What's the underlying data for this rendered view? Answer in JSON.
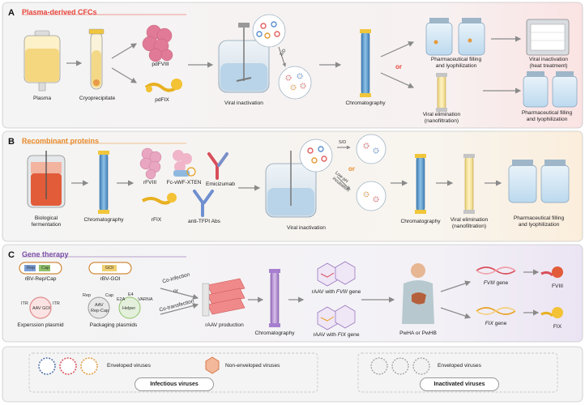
{
  "panel_a": {
    "letter": "A",
    "title": "Plasma-derived CFCs",
    "title_color": "#e8453c",
    "labels": {
      "plasma": "Plasma",
      "cryo": "Cryoprecipitate",
      "pdfviii": "pdFVIII",
      "pdfix": "pdFIX",
      "viral_inactivation": "Viral inactivation",
      "sd": "S/D",
      "chromatography": "Chromatography",
      "pharm_fill_1": "Pharmaceutical filling",
      "pharm_fill_2": "and lyophilization",
      "vi_heat_1": "Viral inactivation",
      "vi_heat_2": "(heat treatment)",
      "ve_1": "Viral elimination",
      "ve_2": "(nanofiltration)",
      "pharm_fill2_1": "Pharmaceutical filling",
      "pharm_fill2_2": "and lyophilization",
      "or": "or"
    }
  },
  "panel_b": {
    "letter": "B",
    "title": "Recombinant proteins",
    "title_color": "#e88a2c",
    "labels": {
      "bio_1": "Biological",
      "bio_2": "fermentation",
      "chromatography": "Chromatography",
      "rfviii": "rFVIII",
      "fc": "Fc-vWF-XTEN",
      "emicizumab": "Emicizumab",
      "rfix": "rFIX",
      "anti_tfpi": "anti-TFPI Abs",
      "viral_inactivation": "Viral inactivation",
      "sd": "S/D",
      "or": "or",
      "low_ph_1": "Low pH",
      "low_ph_2": "incubation",
      "chromatography2": "Chromatography",
      "ve_1": "Viral elimination",
      "ve_2": "(nanofiltration)",
      "pf_1": "Pharmaceutical filling",
      "pf_2": "and lyophilization"
    }
  },
  "panel_c": {
    "letter": "C",
    "title": "Gene therapy",
    "title_color": "#7b4fa6",
    "labels": {
      "rbv_rep": "rBV-Rep/Cap",
      "rbv_goi": "rBV-GOI",
      "rep": "Rep",
      "cap": "Cap",
      "goi": "GOI",
      "itr_l": "ITR",
      "itr_r": "ITR",
      "aav_goi": "AAV GOI",
      "expression": "Experssion plasmid",
      "packaging": "Packaging plasmids",
      "rep2": "Rep",
      "cap2": "Cap",
      "aav_repcap_1": "AAV",
      "aav_repcap_2": "Rep-Cap",
      "e2a": "E2A",
      "e4": "E4",
      "varna": "VARNA",
      "helper": "Helper",
      "coinfection": "Co-infection",
      "or": "or",
      "cotransfection": "Co-transfection",
      "raav_production": "rAAV production",
      "chromatography": "Chromatography",
      "raav_fviii_pre": "rAAV with ",
      "raav_fviii_gene": "FVIII",
      "raav_fviii_post": " gene",
      "raav_fix_pre": "rAAV with ",
      "raav_fix_gene": "FIX",
      "raav_fix_post": " gene",
      "pwha": "PwHA or PwHB",
      "fviii_gene": "FVIII",
      "gene_word": " gene",
      "fviii": "FVIII",
      "fix_gene": "FIX",
      "gene_word2": " gene",
      "fix": "FIX"
    }
  },
  "legend": {
    "enveloped": "Enveloped viruses",
    "non_enveloped": "Non-enveloped viruses",
    "infectious": "Infectious viruses",
    "enveloped2": "Enveloped viruses",
    "inactivated": "Inactivated viruses"
  }
}
